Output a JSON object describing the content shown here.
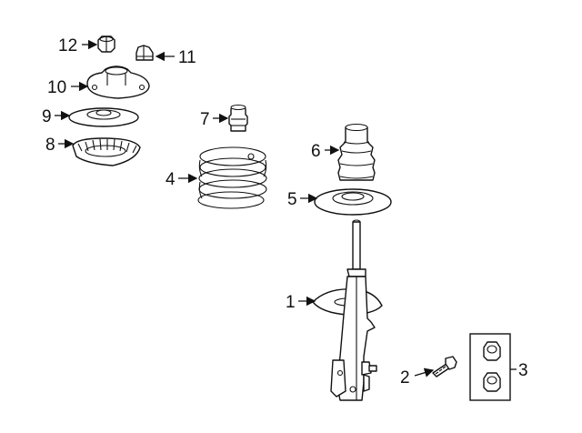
{
  "diagram": {
    "callouts": [
      {
        "id": "c1",
        "label": "1",
        "part": "strut-assembly"
      },
      {
        "id": "c2",
        "label": "2",
        "part": "bolt"
      },
      {
        "id": "c3",
        "label": "3",
        "part": "nut-kit"
      },
      {
        "id": "c4",
        "label": "4",
        "part": "coil-spring"
      },
      {
        "id": "c5",
        "label": "5",
        "part": "lower-spring-seat"
      },
      {
        "id": "c6",
        "label": "6",
        "part": "dust-boot"
      },
      {
        "id": "c7",
        "label": "7",
        "part": "bump-stop"
      },
      {
        "id": "c8",
        "label": "8",
        "part": "spring-insulator"
      },
      {
        "id": "c9",
        "label": "9",
        "part": "upper-spring-seat"
      },
      {
        "id": "c10",
        "label": "10",
        "part": "strut-mount"
      },
      {
        "id": "c11",
        "label": "11",
        "part": "mount-nut"
      },
      {
        "id": "c12",
        "label": "12",
        "part": "strut-nut"
      }
    ]
  }
}
